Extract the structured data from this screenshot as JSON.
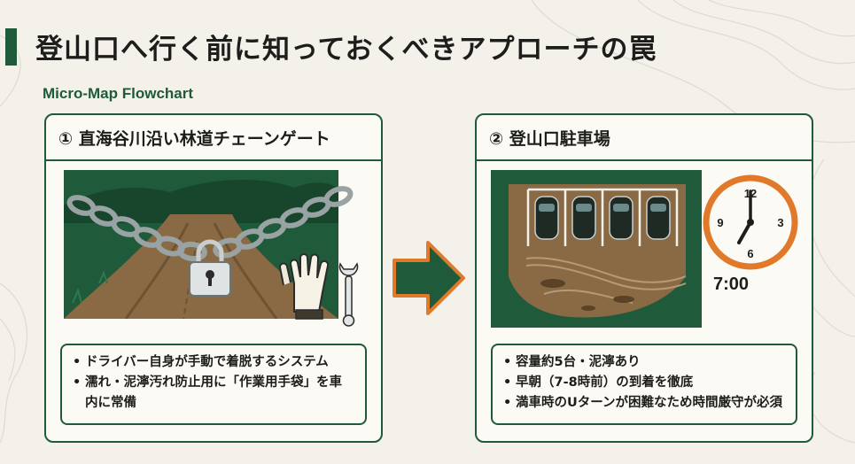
{
  "title": "登山口へ行く前に知っておくべきアプローチの罠",
  "subtitle": "Micro-Map Flowchart",
  "colors": {
    "brand_green": "#1f5a3a",
    "accent_orange": "#e07a2a",
    "mud": "#8a6a45",
    "background": "#f3f1ea"
  },
  "step1": {
    "title": "① 直海谷川沿い林道チェーンゲート",
    "icons": [
      "chain-icon",
      "padlock-icon",
      "work-gloves-icon",
      "wrench-icon"
    ],
    "notes": [
      "ドライバー自身が手動で着脱するシステム",
      "濡れ・泥濘汚れ防止用に「作業用手袋」を車内に常備"
    ]
  },
  "arrow_icon": "right-arrow-icon",
  "step2": {
    "title": "② 登山口駐車場",
    "clock_numbers": [
      "12",
      "3",
      "6",
      "9"
    ],
    "time_label": "7:00",
    "icons": [
      "parking-lot-icon",
      "car-icon",
      "clock-icon"
    ],
    "notes": [
      "容量約5台・泥濘あり",
      "早朝（7-8時前）の到着を徹底",
      "満車時のUターンが困難なため時間厳守が必須"
    ]
  }
}
